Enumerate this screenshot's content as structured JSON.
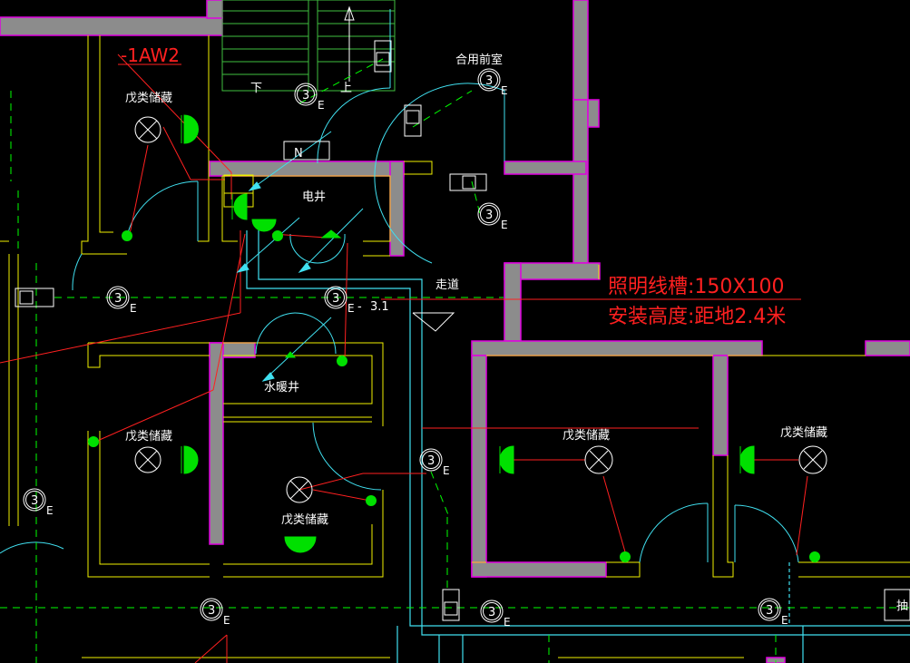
{
  "drawing": {
    "panel_label": "-1AW2",
    "room_labels": {
      "storage": "戊类储藏",
      "shared_anteroom": "合用前室",
      "electrical_shaft": "电井",
      "water_heating_shaft": "水暖井",
      "corridor": "走道"
    },
    "stair_labels": {
      "down": "下",
      "up": "上"
    },
    "north_mark": "N",
    "circuit_tag": "3",
    "circuit_suffix": "E",
    "level_mark": "3.1",
    "note_line1": "照明线槽:150X100",
    "note_line2": "安装高度:距地2.4米",
    "cut_label": "抽"
  },
  "colors": {
    "background": "#000000",
    "wall_fill": "#8c8c8c",
    "wall_edge": "#e000e0",
    "room_outline": "#f0f000",
    "fixture": "#00ff00",
    "wiring": "#ff2020",
    "trunking": "#40e0f0",
    "door_arc": "#40e0f0",
    "text": "#ffffff",
    "dash": "#00ff00"
  }
}
